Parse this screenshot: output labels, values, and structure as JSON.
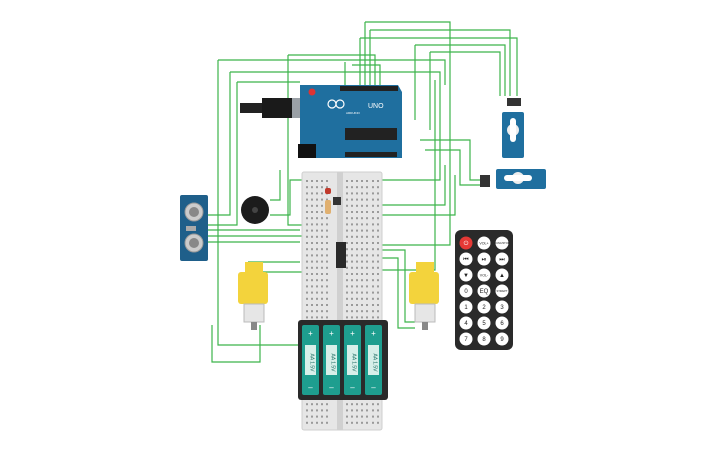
{
  "arduino": {
    "brand": "UNO",
    "sub": "ARDUINO"
  },
  "battery": {
    "cells": [
      {
        "plus": "+",
        "label": "AA 1.5V",
        "minus": "–"
      },
      {
        "plus": "+",
        "label": "AA 1.5V",
        "minus": "–"
      },
      {
        "plus": "+",
        "label": "AA 1.5V",
        "minus": "–"
      },
      {
        "plus": "+",
        "label": "AA 1.5V",
        "minus": "–"
      }
    ]
  },
  "remote": {
    "buttons": [
      {
        "label": "⏻"
      },
      {
        "label": "VOL+"
      },
      {
        "label": "FUNC/STOP"
      },
      {
        "label": "⏮"
      },
      {
        "label": "⏯"
      },
      {
        "label": "⏭"
      },
      {
        "label": "▼"
      },
      {
        "label": "VOL-"
      },
      {
        "label": "▲"
      },
      {
        "label": "0"
      },
      {
        "label": "EQ"
      },
      {
        "label": "ST/REPT"
      },
      {
        "label": "1"
      },
      {
        "label": "2"
      },
      {
        "label": "3"
      },
      {
        "label": "4"
      },
      {
        "label": "5"
      },
      {
        "label": "6"
      },
      {
        "label": "7"
      },
      {
        "label": "8"
      },
      {
        "label": "9"
      }
    ]
  },
  "colors": {
    "wire": "#3cb44b",
    "arduino": "#1f6f9f",
    "motor": "#f3d33c",
    "battery": "#1e9e8f",
    "remote": "#2a2a2a",
    "sensor": "#1f5f8a",
    "breadboard": "#e6e6e6"
  }
}
